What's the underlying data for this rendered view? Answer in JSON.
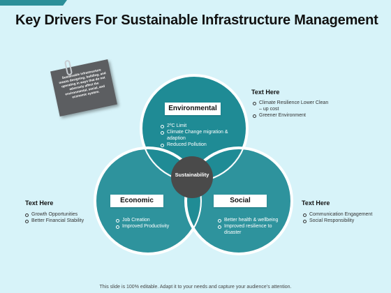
{
  "title": "Key Drivers For Sustainable Infrastructure Management",
  "colors": {
    "background": "#d7f3f9",
    "circle_fill": "#1f8b95",
    "circle_ring": "#ffffff",
    "center_fill": "#4a4a4a",
    "accent": "#2c8f99"
  },
  "note": {
    "text": "Sustainable infrastructure means designing, building, and operating in ways that do not adversely affect the environmental, social, and economic system.",
    "icon": "paperclip-icon"
  },
  "center": {
    "label": "Sustainability"
  },
  "circles": {
    "environmental": {
      "label": "Environmental",
      "bullets": [
        "2ºC Limit",
        "Climate Change migration & adaption",
        "Reduced Pollution"
      ]
    },
    "economic": {
      "label": "Economic",
      "bullets": [
        "Job Creation",
        "Improved Productivity"
      ]
    },
    "social": {
      "label": "Social",
      "bullets": [
        "Better health & wellbeing",
        "Improved resilience to disaster"
      ]
    }
  },
  "side_texts": {
    "top_right": {
      "heading": "Text Here",
      "bullets": [
        "Climate Resilience Lower Clean – up cost",
        "Greener Environment"
      ]
    },
    "left": {
      "heading": "Text Here",
      "bullets": [
        "Growth Opportunities",
        "Better Financial Stability"
      ]
    },
    "right": {
      "heading": "Text Here",
      "bullets": [
        "Communication Engagement",
        "Social Responsibility"
      ]
    }
  },
  "footer": "This slide is 100% editable. Adapt it to your needs and capture your audience’s attention."
}
